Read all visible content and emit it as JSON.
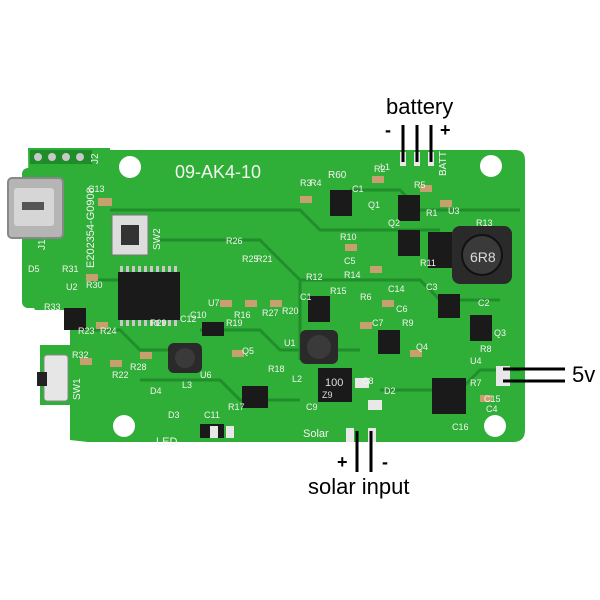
{
  "board": {
    "name": "09-AK4-10",
    "serial": "E202354-G0908",
    "colors": {
      "pcb": "#2fae38",
      "pcb_dark": "#1f8c2a",
      "silk": "#f4f4f0",
      "chip": "#1a1a1a",
      "pad": "#c8c8c8"
    }
  },
  "labels": {
    "battery": "battery",
    "battery_minus": "-",
    "battery_plus": "+",
    "batt_silk": "BATT",
    "output": "5v",
    "solar_input": "solar input",
    "solar_plus": "+",
    "solar_minus": "-",
    "solar_silk": "Solar",
    "led_silk": "LED",
    "sw1": "SW1",
    "sw2": "SW2",
    "j1": "J1",
    "j2": "J2",
    "inductor_main": "6R8",
    "inductor_small": "100",
    "z9": "Z9",
    "r60": "R60"
  },
  "components": [
    "C13",
    "R31",
    "D5",
    "U2",
    "R30",
    "R33",
    "R23",
    "R24",
    "R29",
    "C12",
    "R32",
    "R22",
    "R28",
    "D4",
    "L3",
    "U6",
    "D3",
    "C11",
    "R17",
    "R18",
    "Q5",
    "R19",
    "C10",
    "U7",
    "R16",
    "R27",
    "R26",
    "R25",
    "R21",
    "R20",
    "R15",
    "R14",
    "R12",
    "R6",
    "U1",
    "L2",
    "C9",
    "C8",
    "D2",
    "C7",
    "C6",
    "R9",
    "Q4",
    "C14",
    "R10",
    "R11",
    "Q2",
    "R5",
    "R4",
    "R3",
    "R2",
    "C1",
    "Q1",
    "R1",
    "U3",
    "C3",
    "C2",
    "Q3",
    "R8",
    "U4",
    "R7",
    "C15",
    "C4",
    "C16",
    "C5",
    "R13",
    "L1",
    "C1"
  ]
}
